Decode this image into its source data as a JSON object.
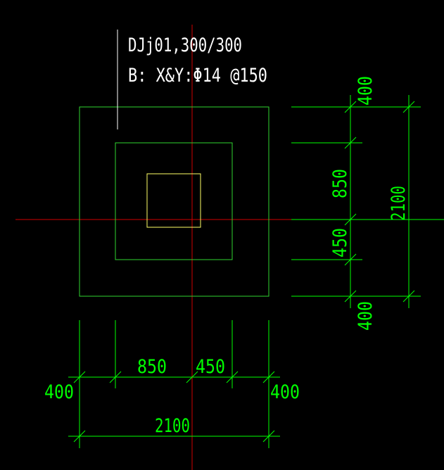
{
  "colors": {
    "background": "#000000",
    "dimension": "#00ff00",
    "outline": "#2fd52f",
    "axis": "#d00000",
    "column": "#ffff66",
    "annotation": "#ffffff"
  },
  "annotation": {
    "line1": "DJj01,300/300",
    "line2": "B: X&Y:Φ14 @150"
  },
  "horizontal_dims": {
    "left_400": "400",
    "span_850": "850",
    "span_450": "450",
    "right_400": "400",
    "total": "2100"
  },
  "vertical_dims": {
    "top_400": "400",
    "span_850": "850",
    "span_450": "450",
    "bottom_400": "400",
    "total": "2100"
  }
}
